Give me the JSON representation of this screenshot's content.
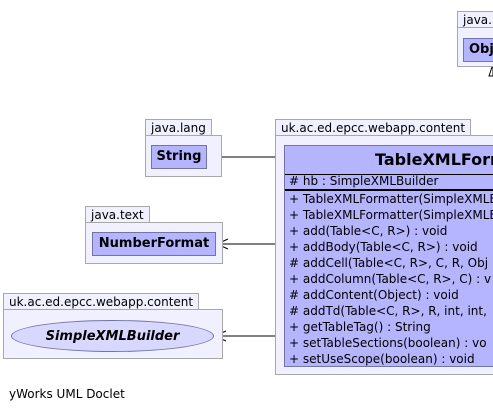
{
  "packages": {
    "java_lang_top": {
      "label": "java.l"
    },
    "java_lang": {
      "label": "java.lang"
    },
    "webapp_content_main": {
      "label": "uk.ac.ed.epcc.webapp.content"
    },
    "java_text": {
      "label": "java.text"
    },
    "webapp_content_iface": {
      "label": "uk.ac.ed.epcc.webapp.content"
    }
  },
  "classes": {
    "object_partial": {
      "name": "Obj"
    },
    "string": {
      "name": "String"
    },
    "number_format": {
      "name": "NumberFormat"
    },
    "simple_xml_builder": {
      "name": "SimpleXMLBuilder"
    }
  },
  "main_class": {
    "name": "TableXMLForm",
    "fields": [
      "# hb : SimpleXMLBuilder"
    ],
    "methods": [
      "+ TableXMLFormatter(SimpleXMLB",
      "+ TableXMLFormatter(SimpleXMLB",
      "+ add(Table<C, R>) : void",
      "+ addBody(Table<C, R>) : void",
      "# addCell(Table<C, R>, C, R, Obj",
      "+ addColumn(Table<C, R>, C) : v",
      "# addContent(Object) : void",
      "# addTd(Table<C, R>, R, int, int,",
      "+ getTableTag() : String",
      "+ setTableSections(boolean) : vo",
      "+ setUseScope(boolean) : void"
    ]
  },
  "footer": {
    "text": "yWorks UML Doclet"
  }
}
